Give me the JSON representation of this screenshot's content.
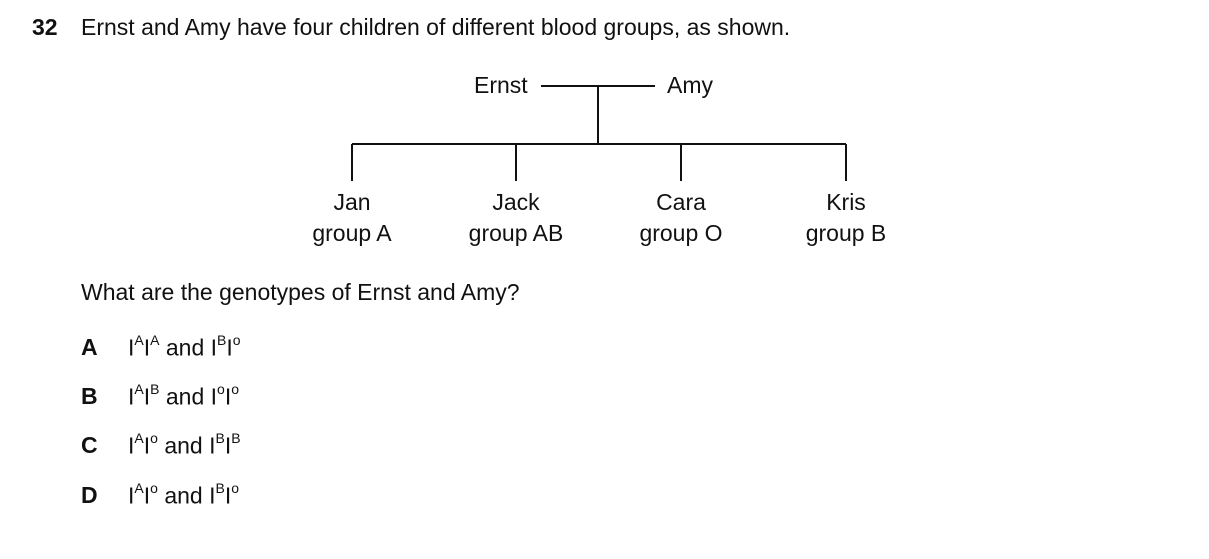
{
  "question": {
    "number": "32",
    "stem": "Ernst and Amy have four children of different blood groups, as shown.",
    "prompt": "What are the genotypes of Ernst and Amy?"
  },
  "pedigree": {
    "father": "Ernst",
    "mother": "Amy",
    "children": [
      {
        "name": "Jan",
        "group": "group A"
      },
      {
        "name": "Jack",
        "group": "group AB"
      },
      {
        "name": "Cara",
        "group": "group O"
      },
      {
        "name": "Kris",
        "group": "group B"
      }
    ]
  },
  "options": [
    {
      "letter": "A",
      "g1": [
        "A",
        "A"
      ],
      "g2": [
        "B",
        "o"
      ],
      "connector": "and",
      "base": "I"
    },
    {
      "letter": "B",
      "g1": [
        "A",
        "B"
      ],
      "g2": [
        "o",
        "o"
      ],
      "connector": "and",
      "base": "I"
    },
    {
      "letter": "C",
      "g1": [
        "A",
        "o"
      ],
      "g2": [
        "B",
        "B"
      ],
      "connector": "and",
      "base": "I"
    },
    {
      "letter": "D",
      "g1": [
        "A",
        "o"
      ],
      "g2": [
        "B",
        "o"
      ],
      "connector": "and",
      "base": "I"
    }
  ]
}
